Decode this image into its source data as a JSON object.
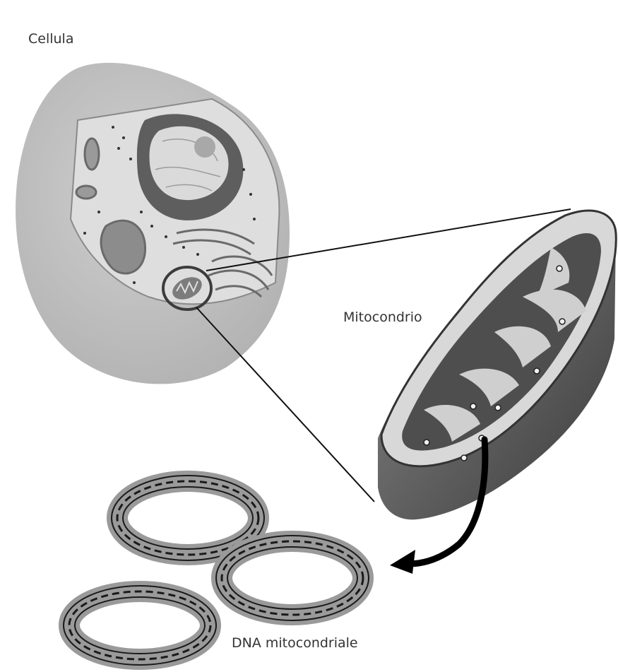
{
  "labels": {
    "cell": "Cellula",
    "mitochondrion": "Mitocondrio",
    "mtdna": "DNA mitocondriale"
  },
  "colors": {
    "cell_cytoplasm": "#c4c4c4",
    "cell_cut_face": "#dcdcdc",
    "nucleus_dark": "#6e6e6e",
    "membrane_outer": "#7a7a7a",
    "mito_matrix": "#bdbdbd",
    "mito_cristae": "#5a5a5a",
    "line": "#111111",
    "label_text": "#333333",
    "dna_halo": "#9a9a9a"
  }
}
